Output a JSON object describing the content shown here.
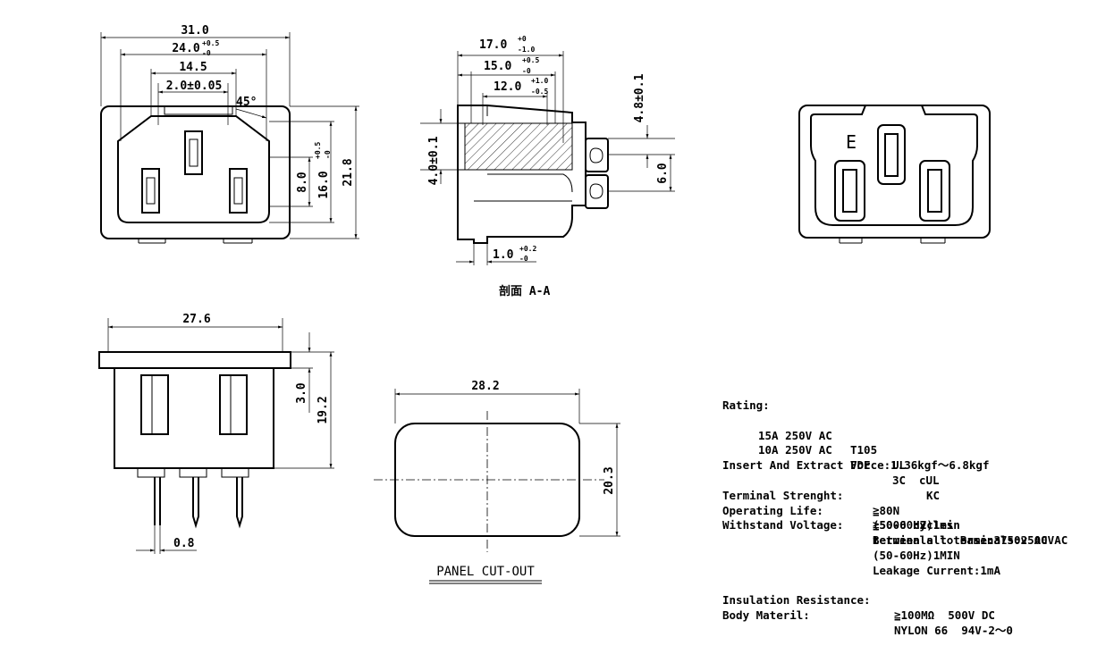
{
  "top_view": {
    "dims": [
      "31.0",
      "24.0",
      "14.5",
      "2.0±0.05",
      "45°",
      "8.0",
      "16.0",
      "21.8"
    ],
    "tol_24": [
      "+0.5",
      "-0"
    ],
    "tol_16": [
      "+0.5",
      "-0"
    ]
  },
  "section_view": {
    "dims": [
      "17.0",
      "15.0",
      "12.0",
      "4.8±0.1",
      "6.0",
      "4.0±0.1",
      "1.0"
    ],
    "tol_17": [
      "+0",
      "-1.0"
    ],
    "tol_15": [
      "+0.5",
      "-0"
    ],
    "tol_12": [
      "+1.0",
      "-0.5"
    ],
    "tol_1": [
      "+0.2",
      "-0"
    ],
    "caption": "剖面 A-A"
  },
  "front_view": {
    "mark": "E"
  },
  "bottom_view": {
    "dims": [
      "27.6",
      "3.0",
      "19.2",
      "0.8"
    ]
  },
  "panel_cutout": {
    "dims": [
      "28.2",
      "20.3"
    ],
    "caption": "PANEL CUT-OUT"
  },
  "specs": {
    "rating_label": "Rating:",
    "rating_rows": [
      [
        "15A 250V AC",
        "T105",
        "UL",
        "cUL"
      ],
      [
        "10A 250V AC",
        "VDE",
        "3C",
        "KC"
      ]
    ],
    "insert_force": "Insert And Extract Force:1.36kgf～6.8kgf",
    "terminal_label": "Terminal Strenght:",
    "terminal_value": "≧80N",
    "life_label": "Operating Life:",
    "life_value": "≧5000 cycles",
    "voltage_label": "Withstand Voltage:",
    "voltage_lines": [
      "Between all terminals:2500VAC",
      "(50-60HZ)1min",
      "terminals to Base:3750v AC",
      "(50-60Hz)1MIN",
      "Leakage Current:1mA"
    ],
    "insulation_label": "Insulation Resistance:",
    "insulation_value": "≧100MΩ  500V DC",
    "body_label": "Body Materil:",
    "body_value": "NYLON 66  94V-2～0"
  }
}
